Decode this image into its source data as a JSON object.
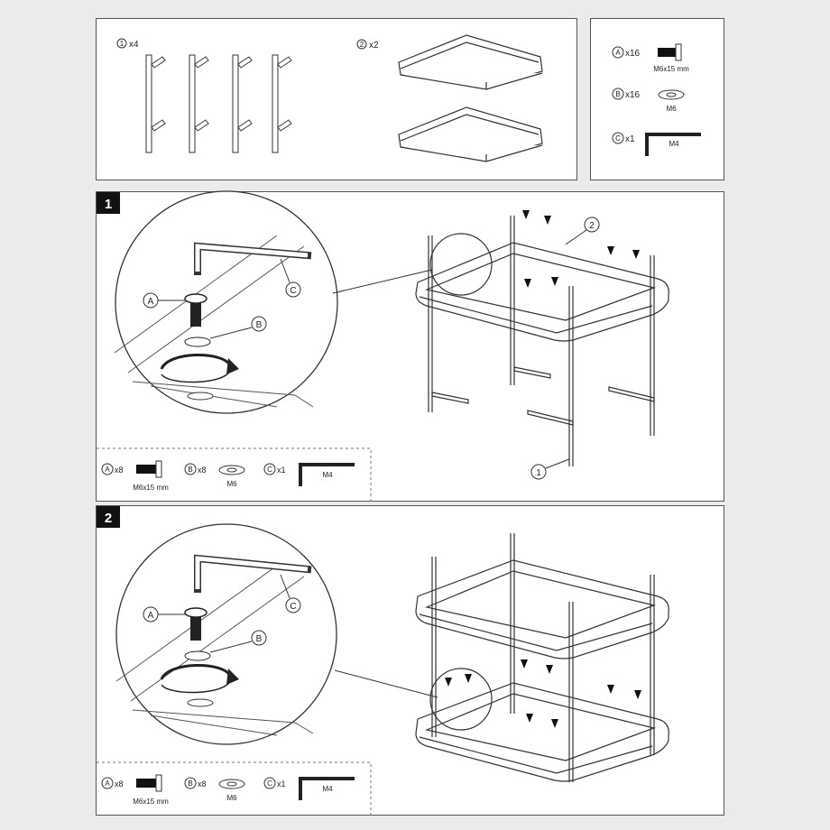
{
  "parts_panel": {
    "part1": {
      "mark": "1",
      "qty": "x4"
    },
    "part2": {
      "mark": "2",
      "qty": "x2"
    }
  },
  "hardware_panel": {
    "A": {
      "mark": "A",
      "qty": "x16",
      "spec": "M6x15 mm"
    },
    "B": {
      "mark": "B",
      "qty": "x16",
      "spec": "M6"
    },
    "C": {
      "mark": "C",
      "qty": "x1",
      "spec": "M4"
    }
  },
  "steps": [
    {
      "number": "1",
      "callouts": {
        "A": "A",
        "B": "B",
        "C": "C",
        "part1": "1",
        "part2": "2"
      },
      "hardware": {
        "A": {
          "mark": "A",
          "qty": "x8",
          "spec": "M6x15 mm"
        },
        "B": {
          "mark": "B",
          "qty": "x8",
          "spec": "M6"
        },
        "C": {
          "mark": "C",
          "qty": "x1",
          "spec": "M4"
        }
      }
    },
    {
      "number": "2",
      "callouts": {
        "A": "A",
        "B": "B",
        "C": "C"
      },
      "hardware": {
        "A": {
          "mark": "A",
          "qty": "x8",
          "spec": "M6x15 mm"
        },
        "B": {
          "mark": "B",
          "qty": "x8",
          "spec": "M6"
        },
        "C": {
          "mark": "C",
          "qty": "x1",
          "spec": "M4"
        }
      }
    }
  ]
}
